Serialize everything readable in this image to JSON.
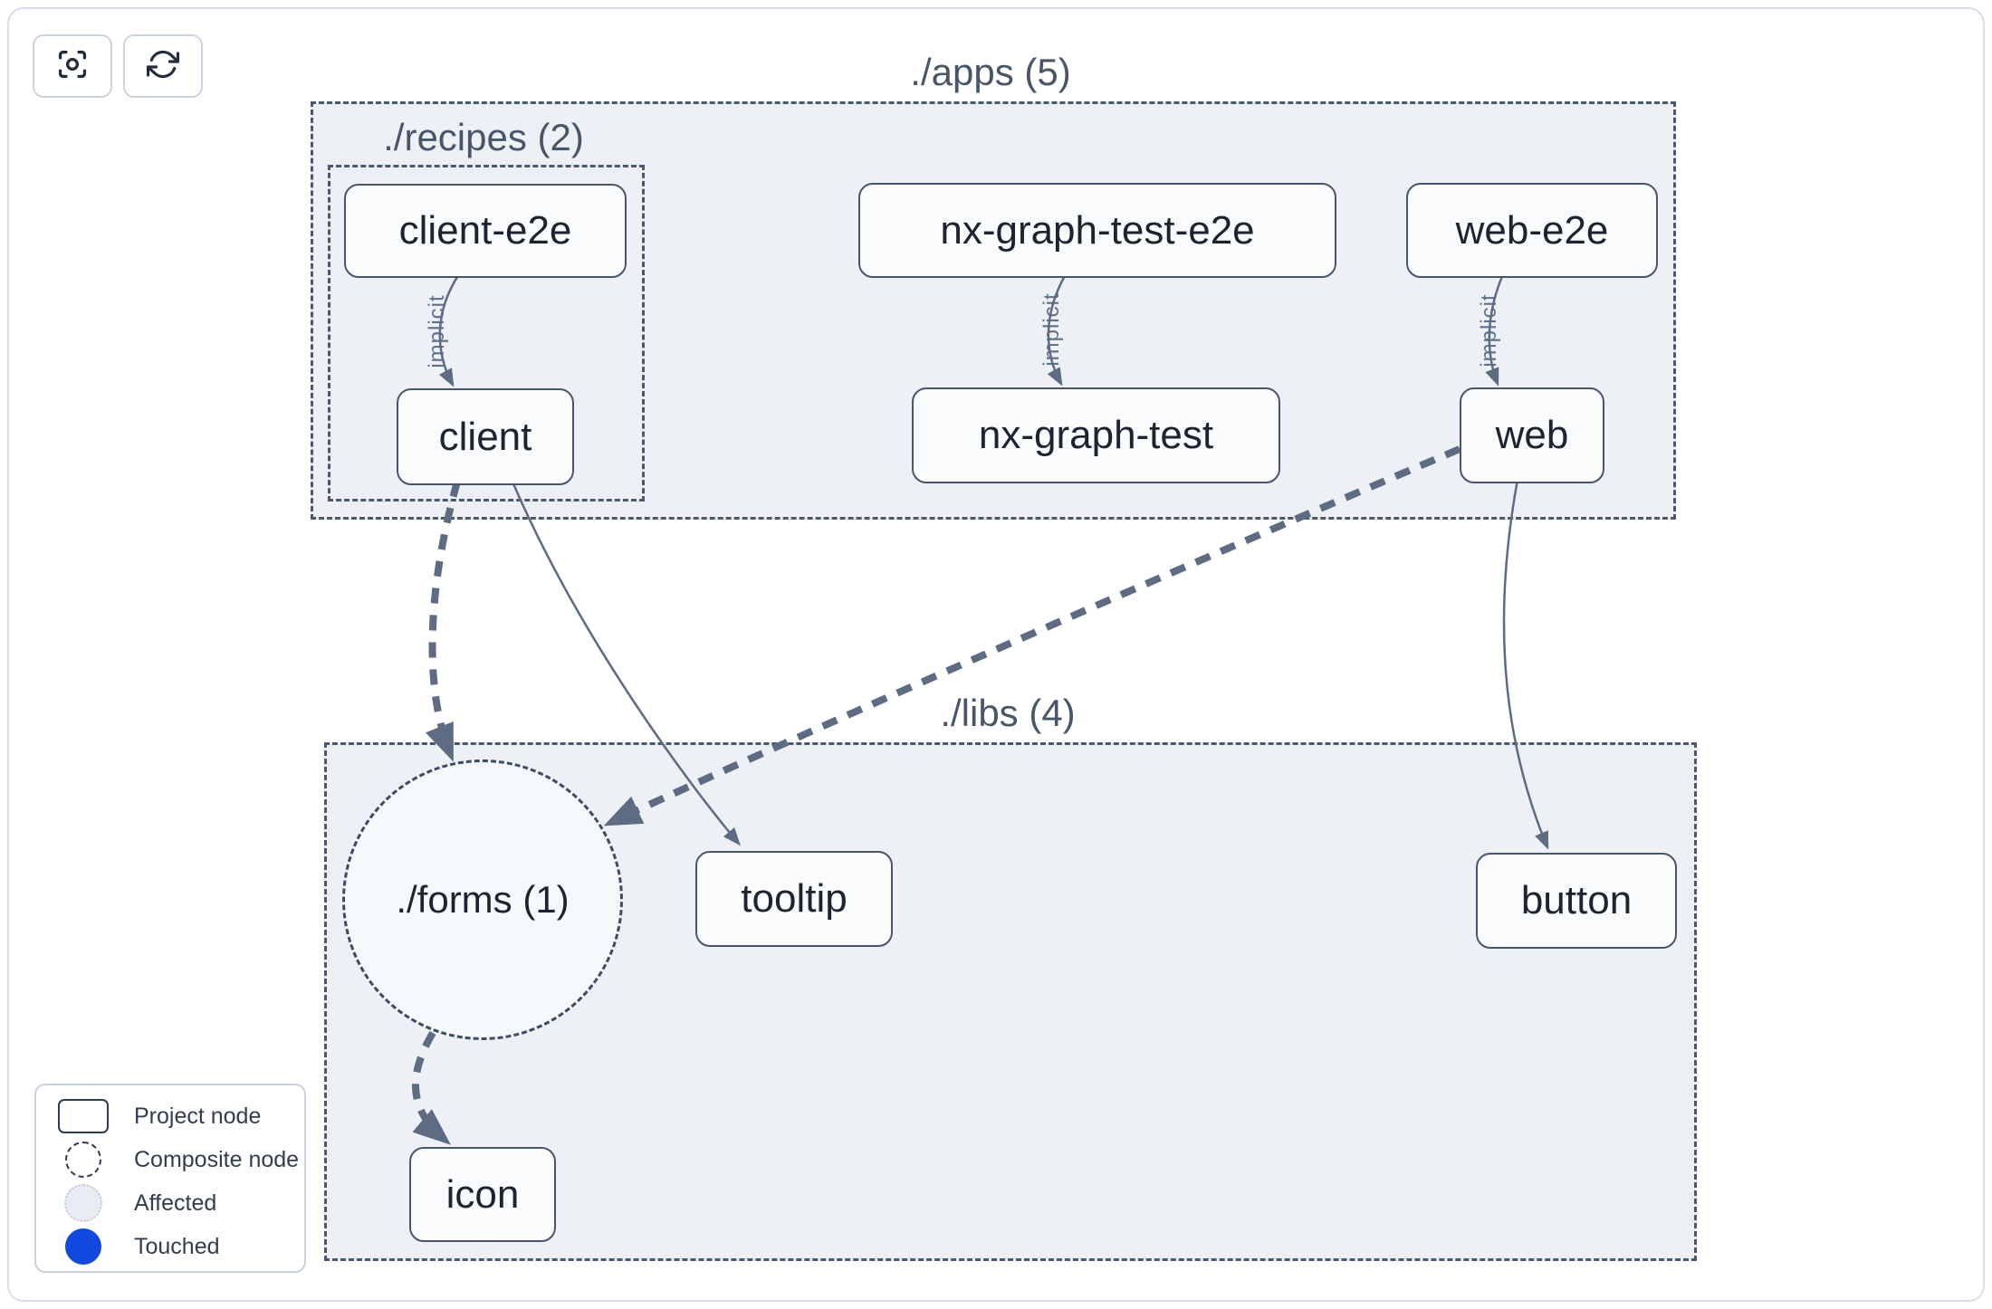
{
  "toolbar": {
    "buttons": [
      {
        "name": "focus-button",
        "icon": "crosshair-focus-icon"
      },
      {
        "name": "refresh-button",
        "icon": "refresh-cycle-icon"
      }
    ]
  },
  "groups": {
    "apps": {
      "label": "./apps (5)"
    },
    "recipes": {
      "label": "./recipes (2)"
    },
    "libs": {
      "label": "./libs (4)"
    },
    "forms": {
      "label": "./forms (1)"
    }
  },
  "nodes": {
    "client_e2e": {
      "label": "client-e2e",
      "group": "./apps/./recipes",
      "type": "project"
    },
    "client": {
      "label": "client",
      "group": "./apps/./recipes",
      "type": "project"
    },
    "nx_graph_test_e2e": {
      "label": "nx-graph-test-e2e",
      "group": "./apps",
      "type": "project"
    },
    "nx_graph_test": {
      "label": "nx-graph-test",
      "group": "./apps",
      "type": "project"
    },
    "web_e2e": {
      "label": "web-e2e",
      "group": "./apps",
      "type": "project"
    },
    "web": {
      "label": "web",
      "group": "./apps",
      "type": "project"
    },
    "tooltip": {
      "label": "tooltip",
      "group": "./libs",
      "type": "project"
    },
    "button": {
      "label": "button",
      "group": "./libs",
      "type": "project"
    },
    "icon": {
      "label": "icon",
      "group": "./libs",
      "type": "project"
    },
    "forms_composite": {
      "label": "./forms (1)",
      "group": "./libs",
      "type": "composite"
    }
  },
  "edges": [
    {
      "from": "client-e2e",
      "to": "client",
      "label": "implicit",
      "style": "thin-solid"
    },
    {
      "from": "nx-graph-test-e2e",
      "to": "nx-graph-test",
      "label": "implicit",
      "style": "thin-solid"
    },
    {
      "from": "web-e2e",
      "to": "web",
      "label": "implicit",
      "style": "thin-solid"
    },
    {
      "from": "client",
      "to": "tooltip",
      "style": "thin-solid"
    },
    {
      "from": "web",
      "to": "button",
      "style": "thin-solid"
    },
    {
      "from": "client",
      "to": "./forms (1)",
      "style": "thick-dashed"
    },
    {
      "from": "web",
      "to": "./forms (1)",
      "style": "thick-dashed"
    },
    {
      "from": "./forms (1)",
      "to": "icon",
      "style": "thick-dashed"
    }
  ],
  "legend": {
    "items": [
      {
        "label": "Project node",
        "swatch": "rect-outline"
      },
      {
        "label": "Composite node",
        "swatch": "dashed-circle"
      },
      {
        "label": "Affected",
        "swatch": "affected-circle"
      },
      {
        "label": "Touched",
        "swatch": "touched-circle"
      }
    ]
  },
  "colors": {
    "touched_blue": "#1148e0",
    "affected_fill": "#e9edf3",
    "container_fill": "#edf1f6",
    "node_fill": "#f9fbfd",
    "node_border": "#47566e",
    "edge": "#5d6b83",
    "group_label_text": "#495669",
    "node_text": "#1b2430"
  }
}
